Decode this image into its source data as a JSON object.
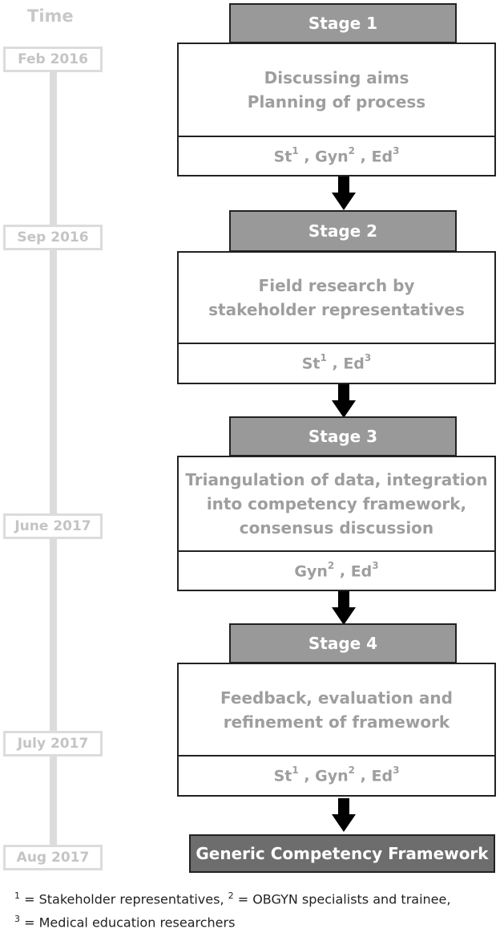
{
  "timeline": {
    "heading": "Time",
    "dates": [
      "Feb 2016",
      "Sep 2016",
      "June 2017",
      "July 2017",
      "Aug 2017"
    ]
  },
  "stages": [
    {
      "title": "Stage 1",
      "lines": [
        "Discussing aims",
        "Planning of process"
      ],
      "participants": [
        {
          "code": "St",
          "ref": "1"
        },
        {
          "code": "Gyn",
          "ref": "2"
        },
        {
          "code": "Ed",
          "ref": "3"
        }
      ]
    },
    {
      "title": "Stage 2",
      "lines": [
        "Field research by",
        "stakeholder representatives"
      ],
      "participants": [
        {
          "code": "St",
          "ref": "1"
        },
        {
          "code": "Ed",
          "ref": "3"
        }
      ]
    },
    {
      "title": "Stage 3",
      "lines": [
        "Triangulation of data, integration",
        "into competency framework,",
        "consensus discussion"
      ],
      "participants": [
        {
          "code": "Gyn",
          "ref": "2"
        },
        {
          "code": "Ed",
          "ref": "3"
        }
      ]
    },
    {
      "title": "Stage 4",
      "lines": [
        "Feedback, evaluation and",
        "refinement of framework"
      ],
      "participants": [
        {
          "code": "St",
          "ref": "1"
        },
        {
          "code": "Gyn",
          "ref": "2"
        },
        {
          "code": "Ed",
          "ref": "3"
        }
      ]
    }
  ],
  "final_box": "Generic Competency Framework",
  "footnotes": {
    "line1": [
      {
        "ref": "1",
        "text": " = Stakeholder representatives, "
      },
      {
        "ref": "2",
        "text": " = OBGYN specialists and trainee,"
      }
    ],
    "line2": [
      {
        "ref": "3",
        "text": " = Medical education researchers"
      }
    ]
  },
  "colors": {
    "header_fill": "#999999",
    "final_fill": "#6d6d6d",
    "text_gray": "#9e9e9e",
    "timeline_gray": "#dcdcdc"
  }
}
